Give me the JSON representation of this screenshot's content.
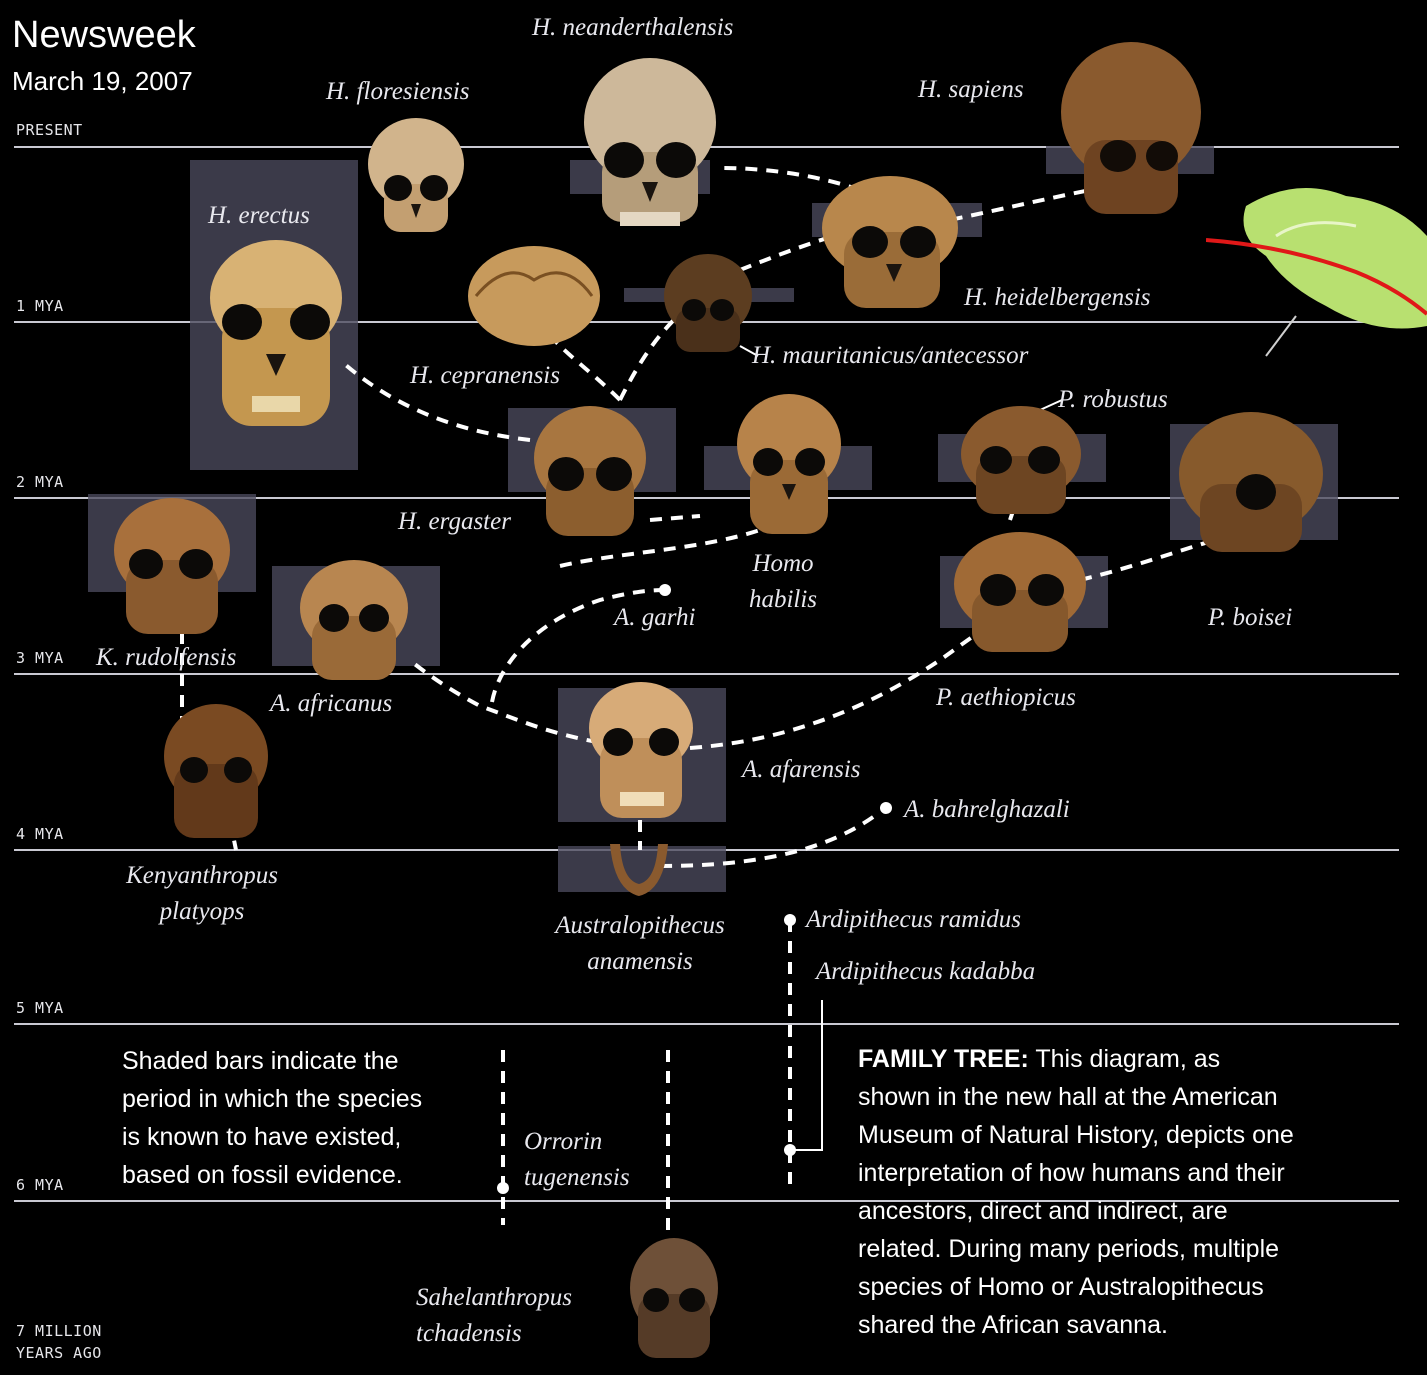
{
  "masthead": {
    "title": "Newsweek",
    "date": "March 19, 2007"
  },
  "timeline": {
    "present": "PRESENT",
    "m1": "1 MYA",
    "m2": "2 MYA",
    "m3": "3 MYA",
    "m4": "4 MYA",
    "m5": "5 MYA",
    "m6": "6 MYA",
    "m7a": "7 MILLION",
    "m7b": "YEARS AGO"
  },
  "species": {
    "neanderthalensis": "H. neanderthalensis",
    "floresiensis": "H. floresiensis",
    "sapiens": "H. sapiens",
    "erectus": "H. erectus",
    "heidelbergensis": "H. heidelbergensis",
    "mauritanicus": "H. mauritanicus/antecessor",
    "cepranensis": "H. cepranensis",
    "robustus": "P. robustus",
    "ergaster": "H. ergaster",
    "habilis_1": "Homo",
    "habilis_2": "habilis",
    "garhi": "A. garhi",
    "boisei": "P. boisei",
    "rudolfensis": "K. rudolfensis",
    "africanus": "A. africanus",
    "aethiopicus": "P. aethiopicus",
    "afarensis": "A. afarensis",
    "bahrelghazali": "A. bahrelghazali",
    "kenyanthropus_1": "Kenyanthropus",
    "kenyanthropus_2": "platyops",
    "anamensis_1": "Australopithecus",
    "anamensis_2": "anamensis",
    "ramidus": "Ardipithecus ramidus",
    "kadabba": "Ardipithecus kadabba",
    "orrorin_1": "Orrorin",
    "orrorin_2": "tugenensis",
    "sahelanthropus_1": "Sahelanthropus",
    "sahelanthropus_2": "tchadensis"
  },
  "notes": {
    "shaded": [
      "Shaded bars indicate the",
      "period in which the species",
      "is known to have existed,",
      "based on fossil evidence."
    ],
    "family_head": "FAMILY TREE:",
    "family_lines": [
      " This diagram, as",
      "shown in the new hall at the American",
      "Museum of Natural History, depicts one",
      "interpretation of how humans and their",
      "ancestors, direct and indirect, are",
      "related. During many periods, multiple",
      "species of Homo or Australopithecus",
      "shared the African savanna."
    ]
  },
  "colors": {
    "background": "#000000",
    "line": "#c9c9d2",
    "shade": "#4c4a5e",
    "dash": "#ffffff",
    "map_land": "#b8e070",
    "map_route": "#e01818"
  }
}
